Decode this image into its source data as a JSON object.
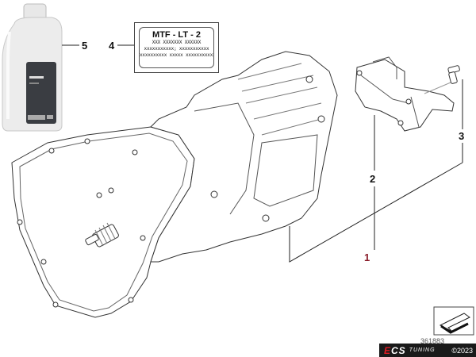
{
  "diagram": {
    "title": "Manual transmission assembly exploded parts diagram",
    "callouts": [
      {
        "id": "1",
        "label": "1",
        "part": "Manual transmission",
        "highlight_color": "#8a1c2a"
      },
      {
        "id": "2",
        "label": "2",
        "part": "Transmission support bracket"
      },
      {
        "id": "3",
        "label": "3",
        "part": "Bolt"
      },
      {
        "id": "4",
        "label": "4",
        "part": "Fluid label"
      },
      {
        "id": "5",
        "label": "5",
        "part": "Transmission fluid bottle"
      }
    ],
    "fluid_label": {
      "title": "MTF - LT - 2",
      "line1": "XXX XXXXXXX XXXXXX",
      "line2": "xxxxxxxxxxx; xxxxxxxxxxx",
      "line3": "xxxxxxxxxx xxxxx xxxxxxxxxxx"
    },
    "diagram_number": "361883"
  },
  "watermark": {
    "brand_e": "E",
    "brand_cs": "CS",
    "tuning": "TUNING",
    "copyright": "©2023"
  }
}
